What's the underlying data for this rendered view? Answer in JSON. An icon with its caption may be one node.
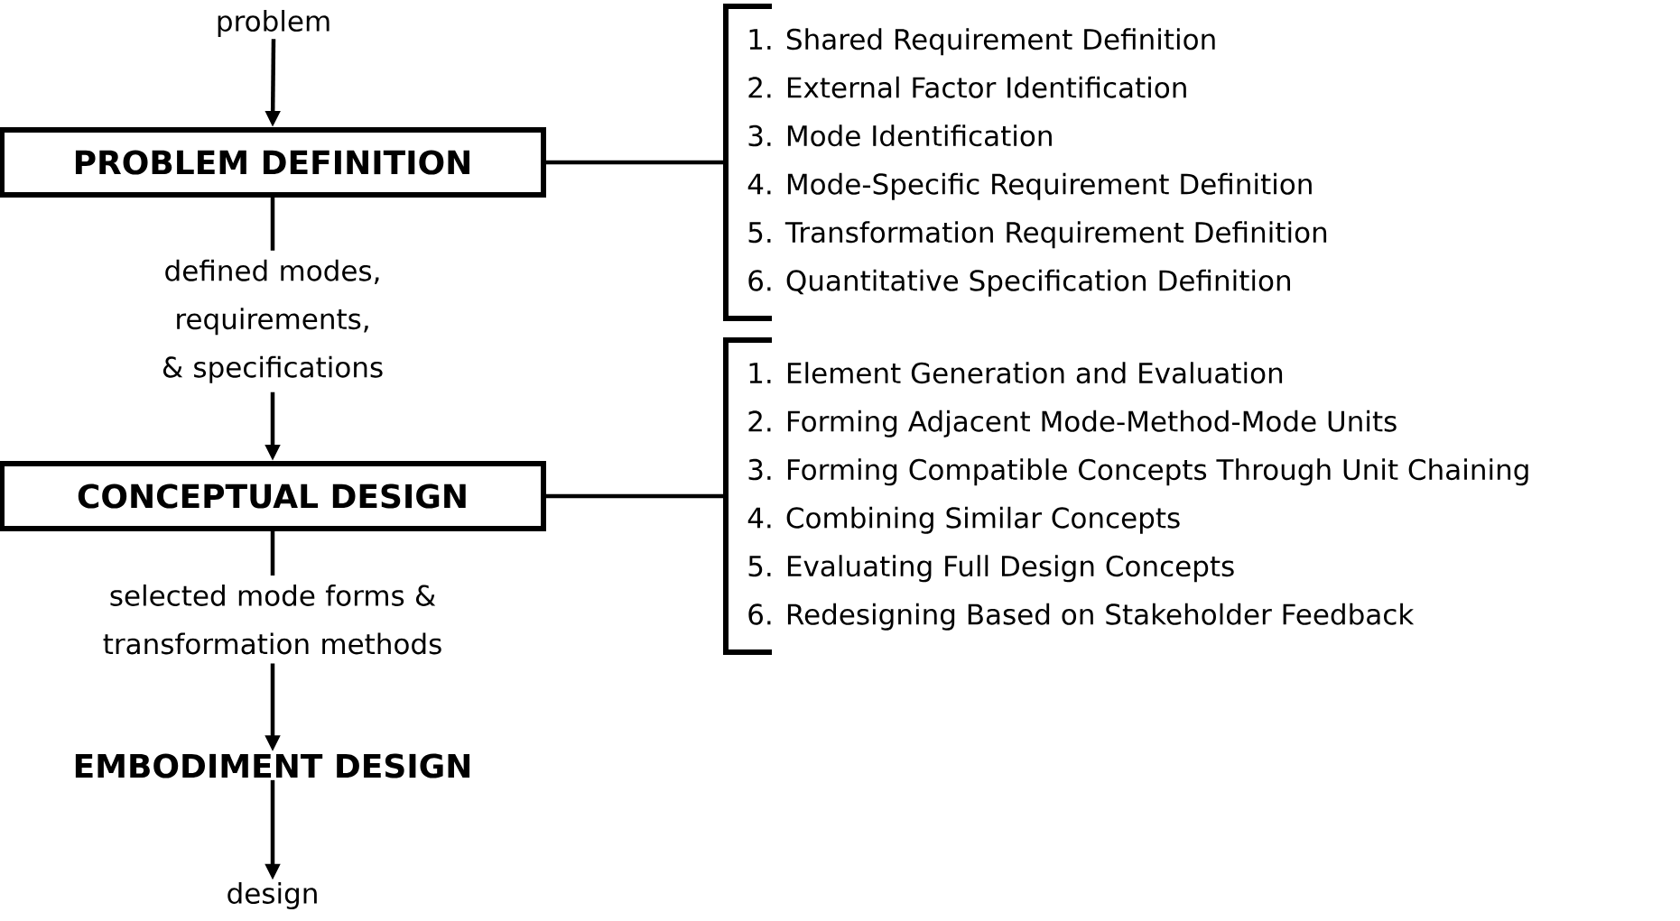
{
  "diagram": {
    "nodes": [
      {
        "text": [
          "problem"
        ]
      },
      {
        "text": [
          "PROBLEM DEFINITION"
        ]
      },
      {
        "text": [
          "CONCEPTUAL DESIGN"
        ]
      },
      {
        "text": [
          "EMBODIMENT DESIGN"
        ]
      },
      {
        "text": [
          "design"
        ]
      },
      {
        "text": [
          "1. Shared Requirement Definition",
          "2. External Factor Identification",
          "3. Mode Identification",
          "4. Mode-Specific Requirement Definition",
          "5. Transformation Requirement Definition",
          "6. Quantitative Specification Definition"
        ]
      },
      {
        "text": [
          "1. Element Generation and Evaluation",
          "2. Forming Adjacent Mode-Method-Mode Units",
          "3. Forming Compatible Concepts Through Unit Chaining",
          "4. Combining Similar Concepts",
          "5. Evaluating Full Design Concepts",
          "6. Redesigning Based on Stakeholder Feedback"
        ]
      }
    ],
    "edges": [
      {
        "from": 0,
        "to": 1,
        "arrow": "to"
      },
      {
        "from": 1,
        "to": 2,
        "arrow": "to",
        "label": "defined modes, requirements, & specifications"
      },
      {
        "from": 2,
        "to": 3,
        "arrow": "to",
        "label": "selected mode forms & transformation methods"
      },
      {
        "from": 3,
        "to": 4,
        "arrow": "to"
      },
      {
        "from": 1,
        "to": 5,
        "arrow": "none"
      },
      {
        "from": 2,
        "to": 6,
        "arrow": "none"
      }
    ]
  }
}
